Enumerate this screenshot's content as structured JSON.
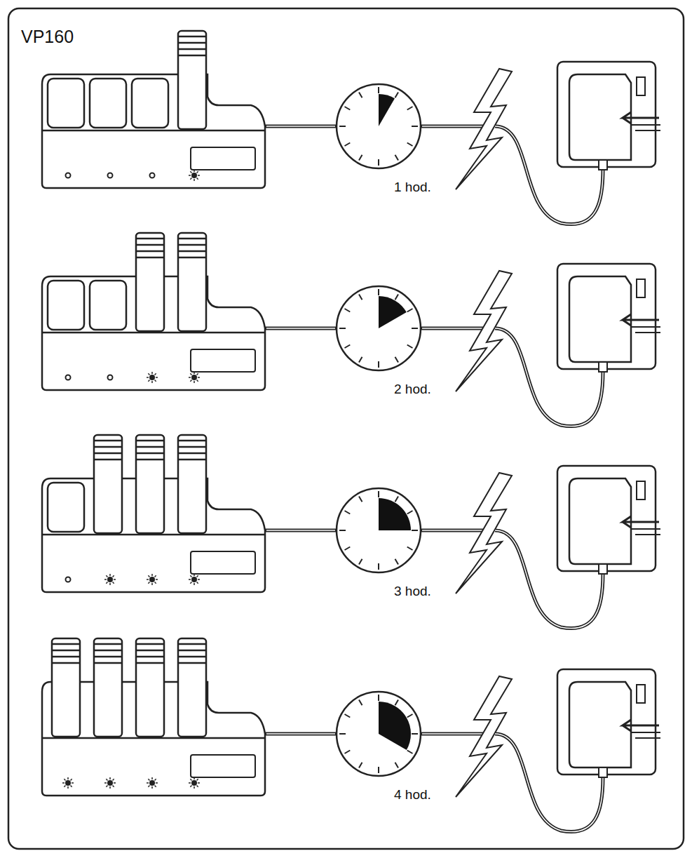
{
  "diagram": {
    "title": "VP160",
    "labels": [
      "1 hod.",
      "2 hod.",
      "3 hod.",
      "4 hod."
    ]
  }
}
